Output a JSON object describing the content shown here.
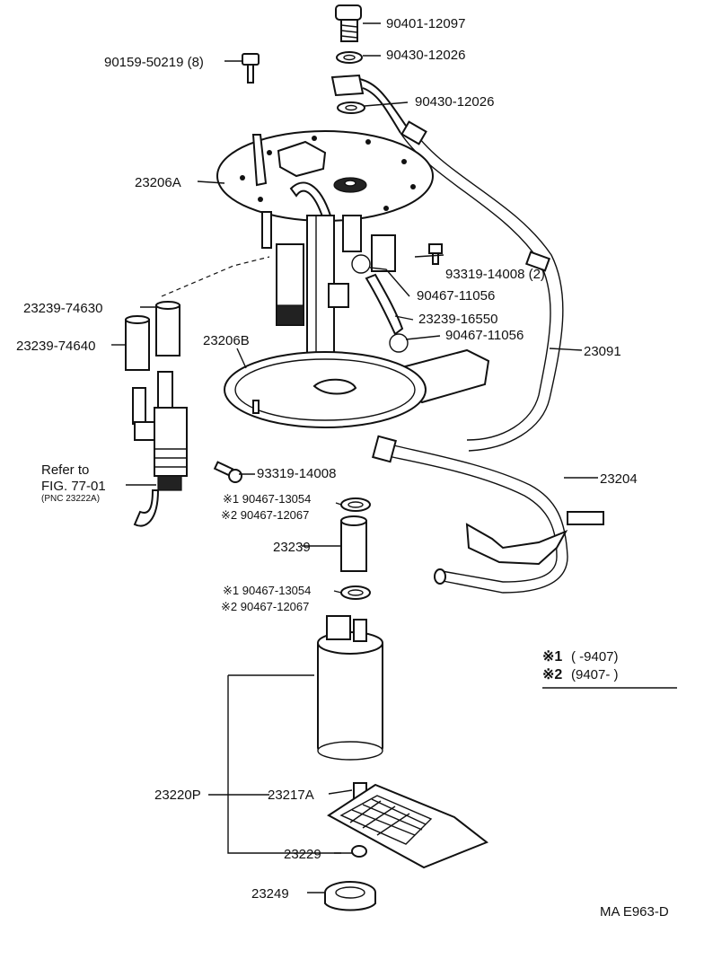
{
  "labels": {
    "p90401_12097": "90401-12097",
    "p90430_12026_a": "90430-12026",
    "p90430_12026_b": "90430-12026",
    "p90159_50219": "90159-50219 (8)",
    "p23206A": "23206A",
    "p93319_14008_2": "93319-14008 (2)",
    "p90467_11056_a": "90467-11056",
    "p23239_16550": "23239-16550",
    "p90467_11056_b": "90467-11056",
    "p23239_74630": "23239-74630",
    "p23239_74640": "23239-74640",
    "p23206B": "23206B",
    "p23091": "23091",
    "refer_line1": "Refer to",
    "refer_line2": "FIG. 77-01",
    "refer_line3": "(PNC 23222A)",
    "p93319_14008": "93319-14008",
    "p23204": "23204",
    "p90467_13054_a": "※1 90467-13054",
    "p90467_12067_a": "※2 90467-12067",
    "p23239": "23239",
    "p90467_13054_b": "※1 90467-13054",
    "p90467_12067_b": "※2 90467-12067",
    "p23220P": "23220P",
    "p23217A": "23217A",
    "p23229": "23229",
    "p23249": "23249"
  },
  "legend": {
    "mark1": "※1",
    "range1": "(        -9407)",
    "mark2": "※2",
    "range2": "(9407-         )"
  },
  "figure_code": "MA E963-D"
}
